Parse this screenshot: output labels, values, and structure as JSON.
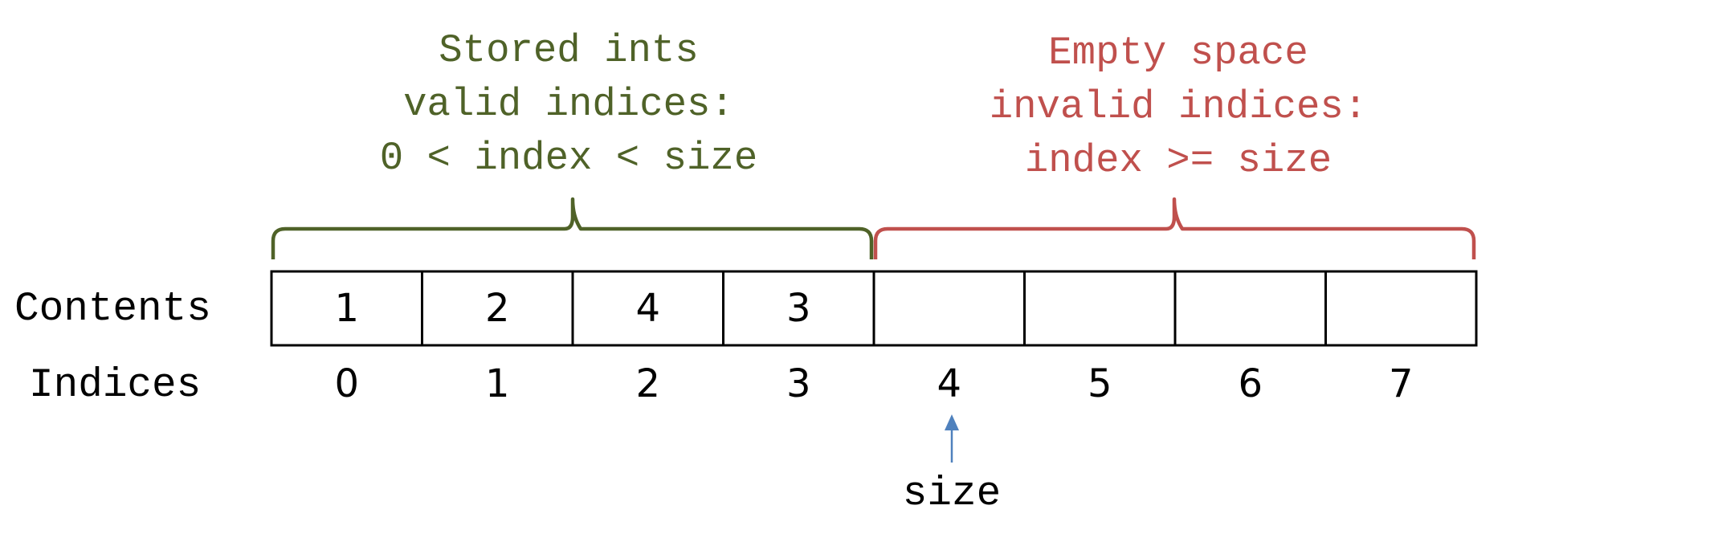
{
  "colors": {
    "stored": "#4f6228",
    "empty": "#c0504d",
    "arrow": "#4f81bd",
    "cells": "#000000"
  },
  "labels": {
    "stored_line1": "Stored ints",
    "stored_line2": "valid indices:",
    "stored_line3": "0 < index < size",
    "empty_line1": "Empty space",
    "empty_line2": "invalid indices:",
    "empty_line3": "index >= size",
    "contents_row": "Contents",
    "indices_row": "Indices",
    "size_pointer": "size"
  },
  "array": {
    "capacity": 8,
    "size": 4,
    "contents": [
      "1",
      "2",
      "4",
      "3",
      "",
      "",
      "",
      ""
    ],
    "indices": [
      "0",
      "1",
      "2",
      "3",
      "4",
      "5",
      "6",
      "7"
    ]
  }
}
